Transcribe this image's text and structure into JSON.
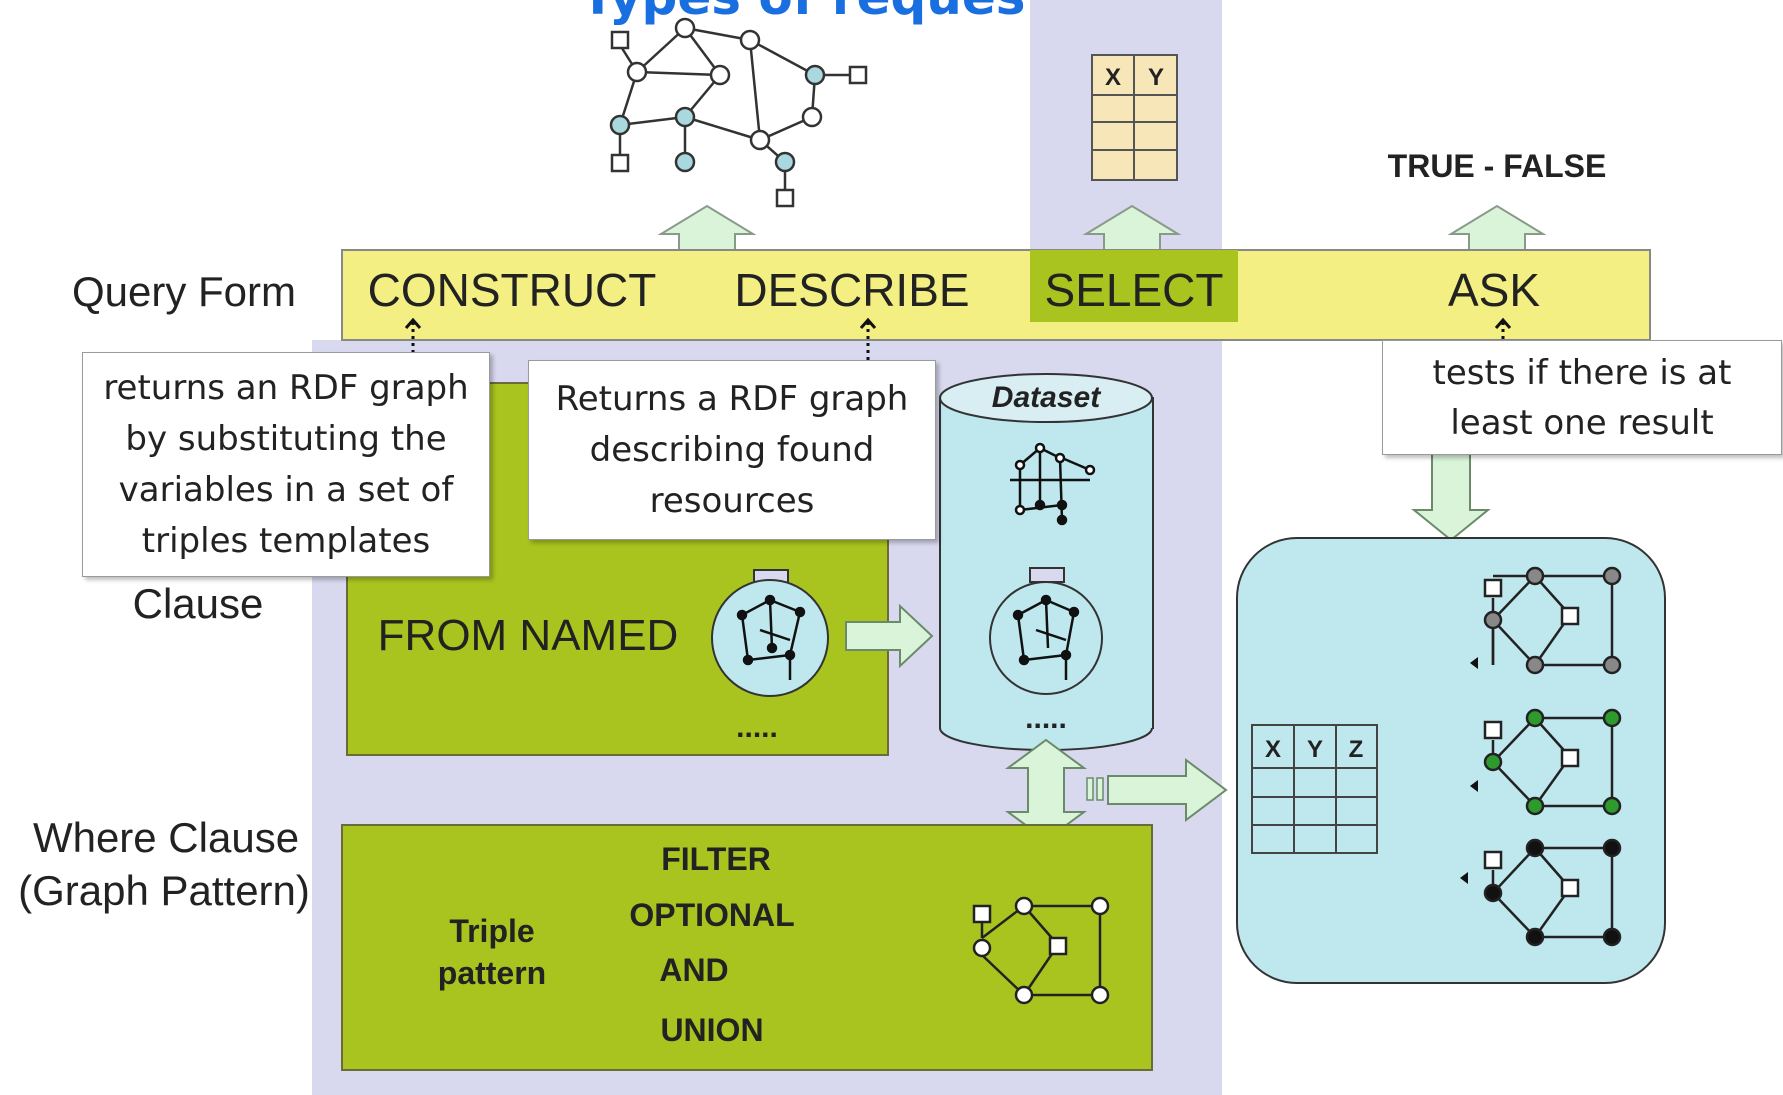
{
  "title": "Types of requests",
  "labels": {
    "query_form": "Query Form",
    "clause": "Clause",
    "where_clause": "Where Clause",
    "graph_pattern": "(Graph Pattern)"
  },
  "query_forms": {
    "construct": "CONSTRUCT",
    "describe": "DESCRIBE",
    "select": "SELECT",
    "ask": "ASK"
  },
  "results": {
    "true_false": "TRUE - FALSE",
    "table_small": [
      "X",
      "Y"
    ],
    "table_large": [
      "X",
      "Y",
      "Z"
    ]
  },
  "dataset": {
    "title": "Dataset",
    "ellipsis": "....."
  },
  "from_named": "FROM NAMED",
  "from_named_ellipsis": ".....",
  "where": {
    "triple": "Triple",
    "pattern": "pattern",
    "filter": "FILTER",
    "optional": "OPTIONAL",
    "and": "AND",
    "union": "UNION"
  },
  "callouts": {
    "construct": "returns an RDF graph by substituting the variables in a set of triples templates",
    "describe": "Returns a RDF graph describing found resources",
    "ask": "tests if there is at least one result"
  },
  "colors": {
    "title": "#1a6fe0",
    "lavender": "#d8d8ef",
    "yellow_bar": "#f4ef82",
    "olive": "#a9c41f",
    "light_blue": "#bfe7ee",
    "arrow": "#d9f4d9"
  }
}
